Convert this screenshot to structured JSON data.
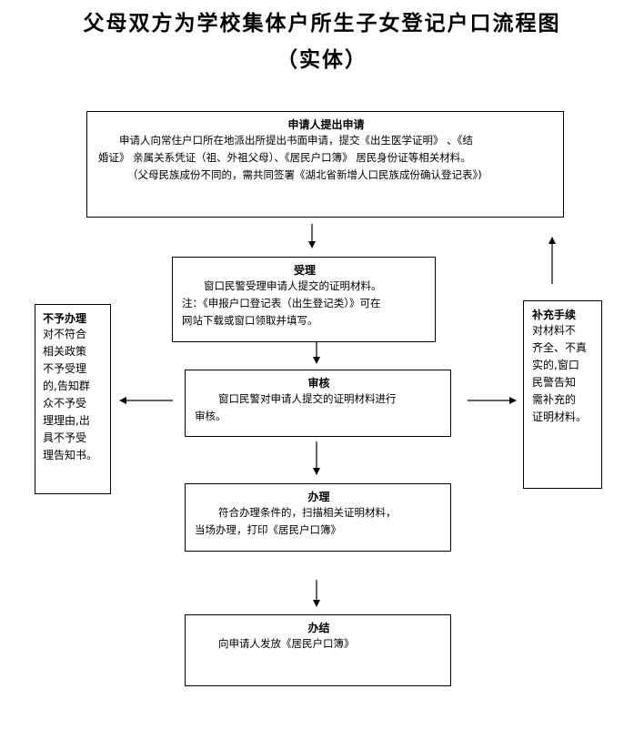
{
  "title": {
    "line1": "父母双方为学校集体户所生子女登记户口流程图",
    "line2": "（实体）"
  },
  "steps": {
    "apply": {
      "title": "申请人提出申请",
      "line1": "申请人向常住户口所在地派出所提出书面申请，提交《出生医学证明》 、《结",
      "line2": "婚证》 亲属关系凭证（祖、外祖父母）、《居民户口簿》 居民身份证等相关材料。",
      "line3": "（父母民族成份不同的，需共同签署《湖北省新增人口民族成份确认登记表》)"
    },
    "accept": {
      "title": "受理",
      "line1": "窗口民警受理申请人提交的证明材料。",
      "line2": "注：《申报户口登记表（出生登记类）》可在",
      "line3": "网站下载或窗口领取并填写。"
    },
    "review": {
      "title": "审核",
      "line1": "窗口民警对申请人提交的证明材料进行",
      "line2": "审核。"
    },
    "process": {
      "title": "办理",
      "line1": "符合办理条件的，扫描相关证明材料，",
      "line2": "当场办理，打印《居民户口簿》"
    },
    "finish": {
      "title": "办结",
      "line1": "向申请人发放《居民户口簿》"
    }
  },
  "reject": {
    "title": "不予办理",
    "lines": [
      "对不符合",
      "相关政策",
      "不予受理",
      "的,告知群",
      "众不予受",
      "理理由,出",
      "具不予受",
      "理告知书。"
    ]
  },
  "supplement": {
    "title": "补充手续",
    "lines": [
      "对材料不",
      "齐全、不真",
      "实的,窗口",
      "民警告知",
      "需补充的",
      "证明材料。"
    ]
  }
}
